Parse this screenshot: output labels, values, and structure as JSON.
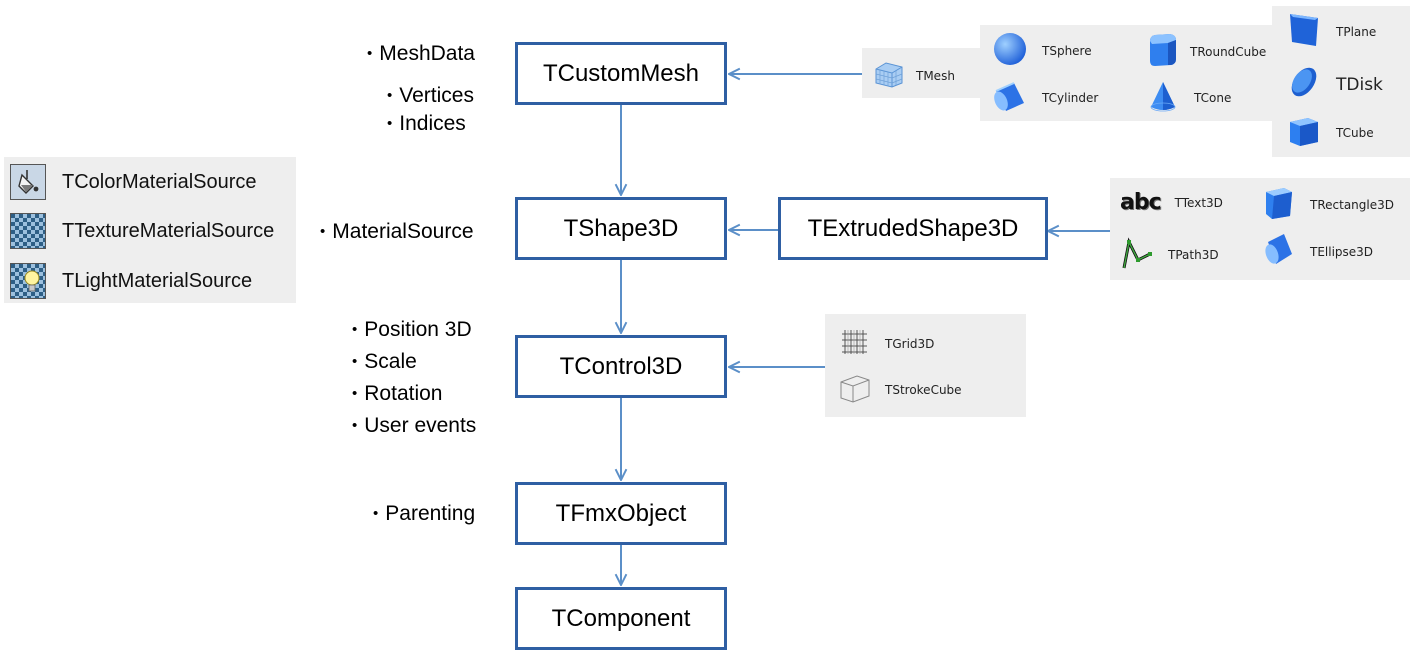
{
  "nodes": {
    "custom_mesh": "TCustomMesh",
    "shape3d": "TShape3D",
    "extruded": "TExtrudedShape3D",
    "control3d": "TControl3D",
    "fmxobject": "TFmxObject",
    "component": "TComponent"
  },
  "notes": {
    "meshdata": "MeshData",
    "vertices": "Vertices",
    "indices": "Indices",
    "materialsource": "MaterialSource",
    "position3d": "Position 3D",
    "scale": "Scale",
    "rotation": "Rotation",
    "user_events": "User events",
    "parenting": "Parenting"
  },
  "material_sources": [
    {
      "label": "TColorMaterialSource",
      "icon": "color-material-icon"
    },
    {
      "label": "TTextureMaterialSource",
      "icon": "texture-material-icon"
    },
    {
      "label": "TLightMaterialSource",
      "icon": "light-material-icon"
    }
  ],
  "mesh_palette": {
    "mesh": "TMesh",
    "sphere": "TSphere",
    "roundcube": "TRoundCube",
    "cylinder": "TCylinder",
    "cone": "TCone",
    "plane": "TPlane",
    "disk": "TDisk",
    "cube": "TCube"
  },
  "extruded_palette": {
    "text3d": "TText3D",
    "rectangle3d": "TRectangle3D",
    "path3d": "TPath3D",
    "ellipse3d": "TEllipse3D"
  },
  "control_palette": {
    "grid3d": "TGrid3D",
    "strokecube": "TStrokeCube"
  },
  "text3d_glyph": "abc",
  "colors": {
    "border": "#2f5fa3",
    "arrow": "#5b8fc8",
    "panel": "#eeeeee",
    "shape_blue": "#3a86f0"
  }
}
